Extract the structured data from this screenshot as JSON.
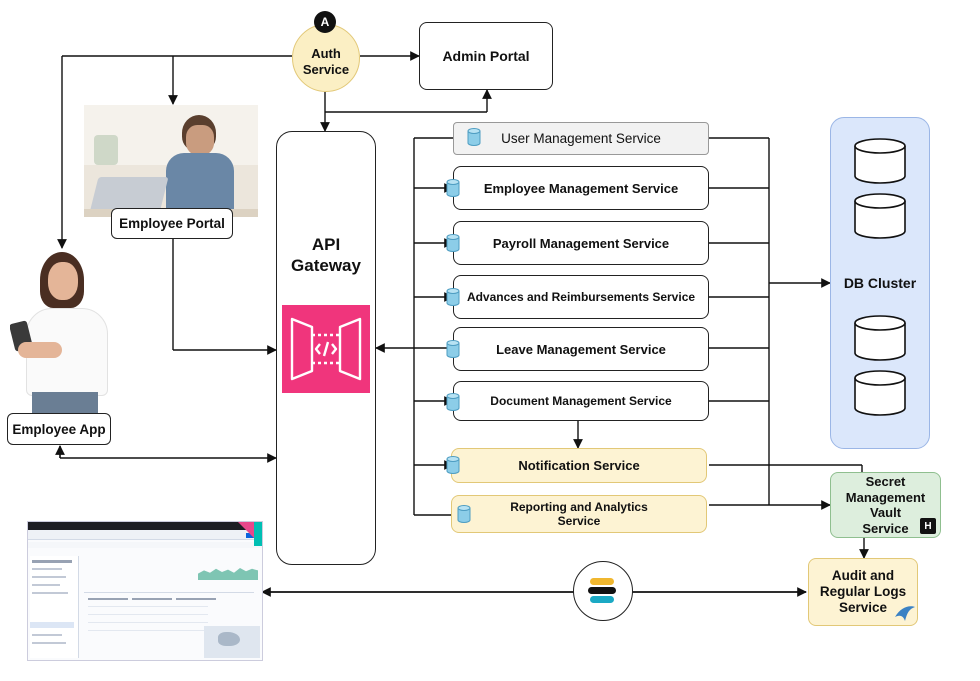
{
  "nodes": {
    "auth": "Auth\nService",
    "admin": "Admin Portal",
    "employee_portal": "Employee Portal",
    "employee_app": "Employee App",
    "api_gateway": "API\nGateway",
    "db_cluster": "DB Cluster",
    "secret_vault": "Secret\nManagement\nVault\nService",
    "audit_logs": "Audit and\nRegular Logs\nService"
  },
  "services": [
    {
      "label": "User Management Service"
    },
    {
      "label": "Employee Management Service"
    },
    {
      "label": "Payroll Management Service"
    },
    {
      "label": "Advances and Reimbursements Service"
    },
    {
      "label": "Leave Management Service"
    },
    {
      "label": "Document Management Service"
    },
    {
      "label": "Notification Service"
    },
    {
      "label": "Reporting and Analytics\nService"
    }
  ],
  "colors": {
    "auth_fill": "#fbefc4",
    "yellow_fill": "#fdf3d3",
    "gray_fill": "#f2f2f2",
    "db_fill": "#dbe7fb",
    "db_border": "#9bb6e6",
    "vault_fill": "#ddeedd",
    "vault_border": "#8fbf8f",
    "gateway_icon": "#f0357c",
    "service_icon": "#8ccde8"
  }
}
